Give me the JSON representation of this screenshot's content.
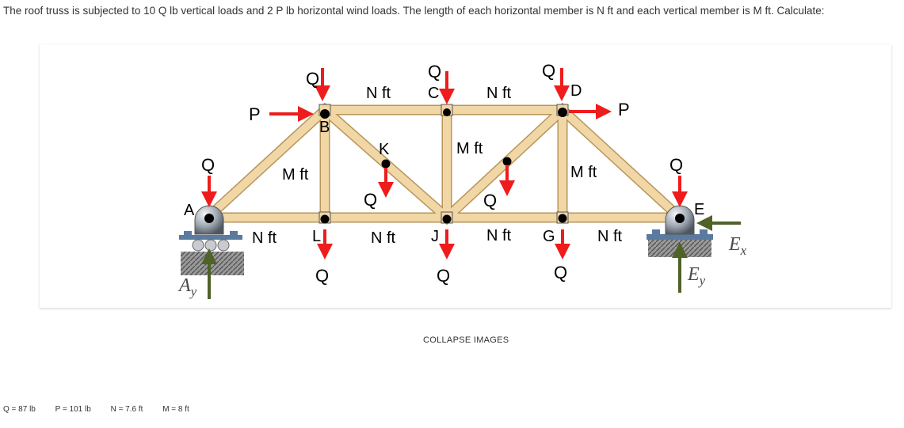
{
  "problem": {
    "text": "The roof truss is subjected to 10 Q lb vertical loads and 2 P lb horizontal wind loads. The length of each horizontal member is N ft and each vertical member is M ft. Calculate:"
  },
  "figure": {
    "nodes": {
      "A": "A",
      "B": "B",
      "C": "C",
      "D": "D",
      "E": "E",
      "K": "K",
      "L": "L",
      "J": "J",
      "G": "G"
    },
    "load_q": "Q",
    "load_p": "P",
    "horizontal_length": "N ft",
    "vertical_length": "M ft",
    "reactions": {
      "ay_main": "A",
      "ay_sub": "y",
      "ex_main": "E",
      "ex_sub": "x",
      "ey_main": "E",
      "ey_sub": "y"
    },
    "colors": {
      "load": "#ee1c1c",
      "reaction": "#4f6228",
      "member": "#f1d7a6",
      "member_edge": "#c9a96a"
    }
  },
  "controls": {
    "collapse_label": "COLLAPSE IMAGES"
  },
  "params": [
    {
      "label": "Q = 87 lb"
    },
    {
      "label": "P = 101 lb"
    },
    {
      "label": "N = 7.6 ft"
    },
    {
      "label": "M = 8 ft"
    }
  ]
}
